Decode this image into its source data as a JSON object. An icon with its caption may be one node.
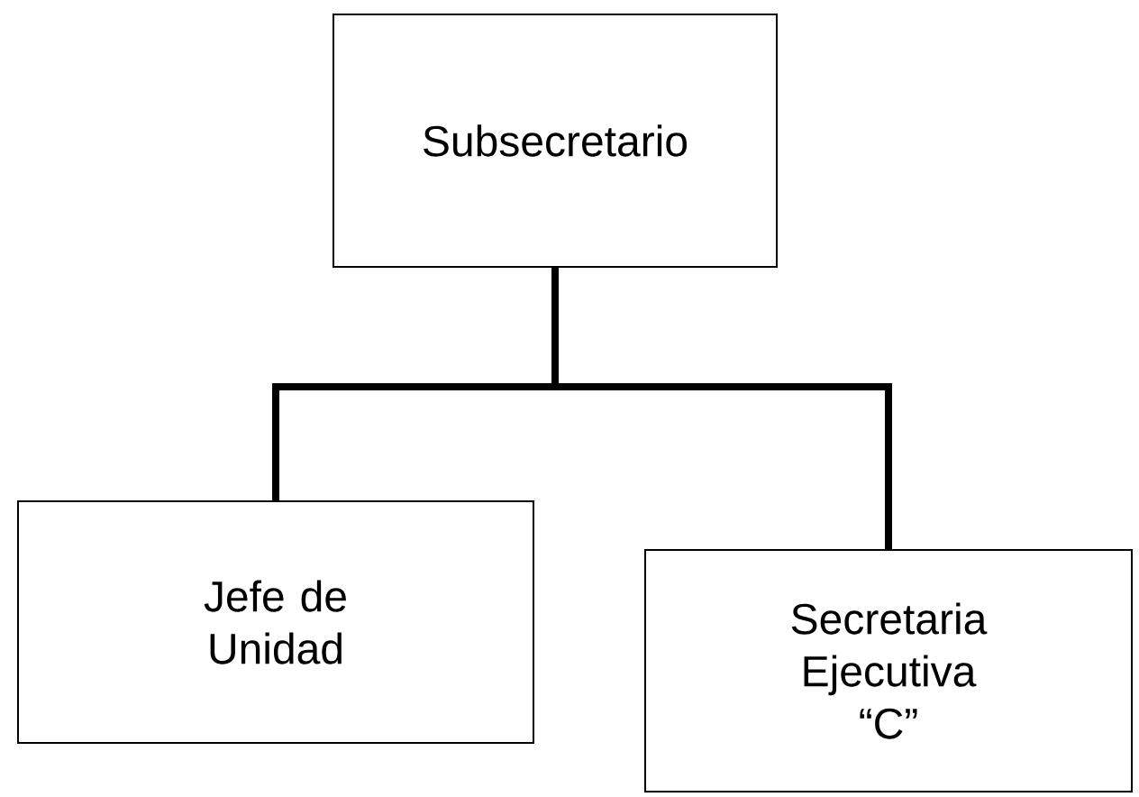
{
  "diagram": {
    "nodes": [
      {
        "text": [
          "Subsecretario"
        ]
      },
      {
        "text": [
          "Jefe de Unidad"
        ]
      },
      {
        "text": [
          "Secretaria Ejecutiva “C”"
        ]
      }
    ],
    "edges": [
      {
        "from": 0,
        "to": 1,
        "arrow": "none"
      },
      {
        "from": 0,
        "to": 2,
        "arrow": "none"
      }
    ]
  }
}
